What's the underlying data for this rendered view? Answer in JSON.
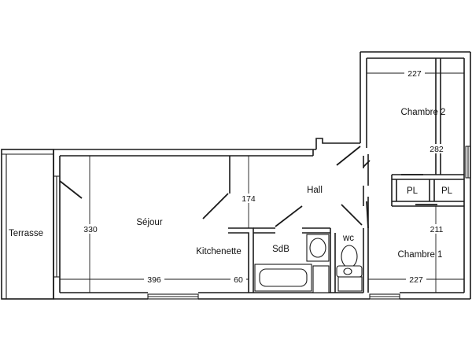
{
  "rooms": {
    "terrasse": "Terrasse",
    "sejour": "Séjour",
    "hall": "Hall",
    "kitchenette": "Kitchenette",
    "sdb": "SdB",
    "wc": "wc",
    "chambre1": "Chambre 1",
    "chambre2": "Chambre 2",
    "pl_left": "PL",
    "pl_right": "PL"
  },
  "dimensions": {
    "chambre2_width": "227",
    "chambre2_depth": "282",
    "chambre1_depth": "211",
    "chambre1_width": "227",
    "sejour_depth": "330",
    "sejour_width": "396",
    "kitchenette_width": "60",
    "kitchenette_depth": "174"
  }
}
